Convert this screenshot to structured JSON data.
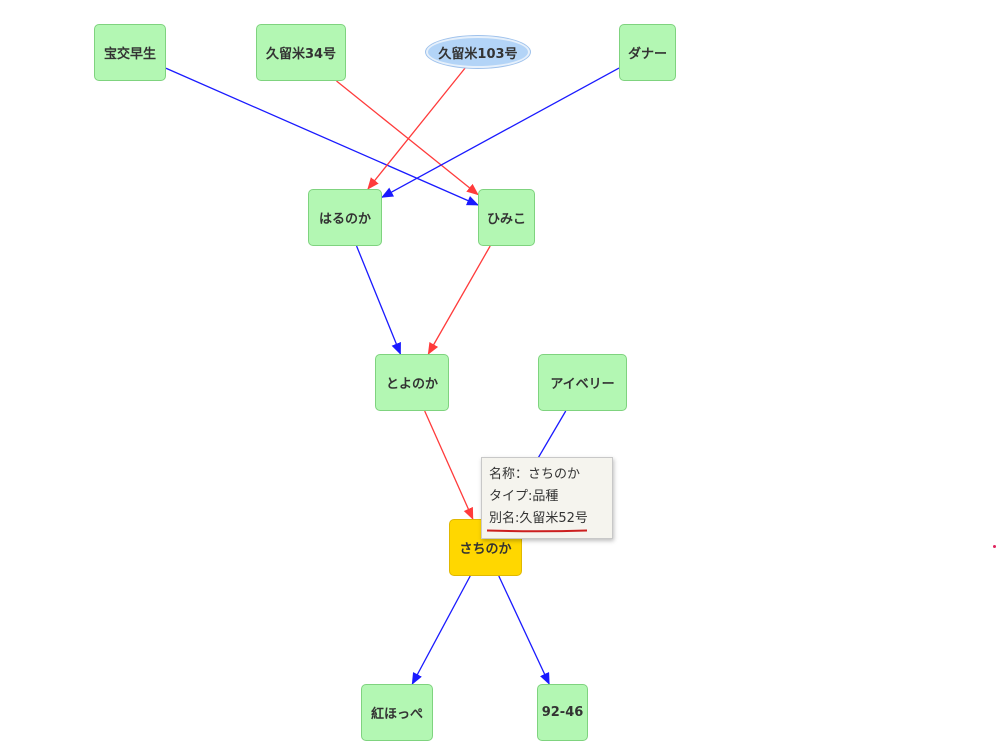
{
  "colors": {
    "node_fill": "#b3f7b3",
    "node_border": "#7fd37f",
    "selected_fill": "#ffd700",
    "ellipse_fill": "#b3d4f7",
    "edge_red": "#ff3b3b",
    "edge_blue": "#1a1aff",
    "tooltip_underline": "#cc1f1f"
  },
  "nodes": {
    "houkouwase": "宝交早生",
    "kurume34": "久留米34号",
    "kurume103": "久留米103号",
    "dana": "ダナー",
    "harunoka": "はるのか",
    "himiko": "ひみこ",
    "toyonoka": "とよのか",
    "aiberry": "アイベリー",
    "sachinoka": "さちのか",
    "benihoppe": "紅ほっぺ",
    "n9246": "92-46"
  },
  "edges": [
    {
      "from": "houkouwase",
      "to": "himiko",
      "color": "blue"
    },
    {
      "from": "kurume34",
      "to": "himiko",
      "color": "red"
    },
    {
      "from": "kurume103",
      "to": "harunoka",
      "color": "red"
    },
    {
      "from": "dana",
      "to": "harunoka",
      "color": "blue"
    },
    {
      "from": "harunoka",
      "to": "toyonoka",
      "color": "blue"
    },
    {
      "from": "himiko",
      "to": "toyonoka",
      "color": "red"
    },
    {
      "from": "toyonoka",
      "to": "sachinoka",
      "color": "red"
    },
    {
      "from": "aiberry",
      "to": "sachinoka",
      "color": "blue"
    },
    {
      "from": "sachinoka",
      "to": "benihoppe",
      "color": "blue"
    },
    {
      "from": "sachinoka",
      "to": "n9246",
      "color": "blue"
    }
  ],
  "tooltip": {
    "name_line": "名称：さちのか",
    "type_line": "タイプ:品種",
    "alias_line": "別名:久留米52号"
  }
}
